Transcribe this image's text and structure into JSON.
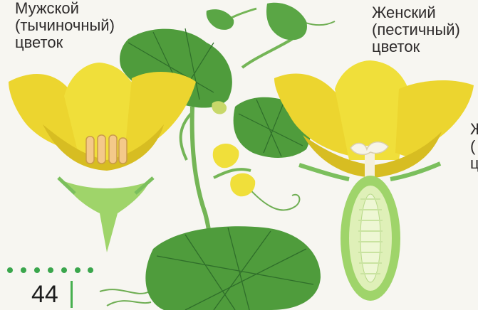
{
  "male_flower": {
    "title": "Мужской",
    "subtitle": "(тычиночный)",
    "caption": "цветок"
  },
  "female_flower": {
    "title": "Женский",
    "subtitle": "(пестичный)",
    "caption": "цветок"
  },
  "page": {
    "number": "44"
  },
  "edge_text": {
    "line1": "Ж",
    "line2": "(",
    "line3": "ц"
  },
  "colors": {
    "petal": "#f0df3a",
    "petal_shade": "#d7bd22",
    "leaf": "#4f9c3c",
    "leaf_dark": "#2f6e2a",
    "stem": "#7bbf5d",
    "ovary": "#a7d879",
    "accent": "#3aa64c"
  }
}
